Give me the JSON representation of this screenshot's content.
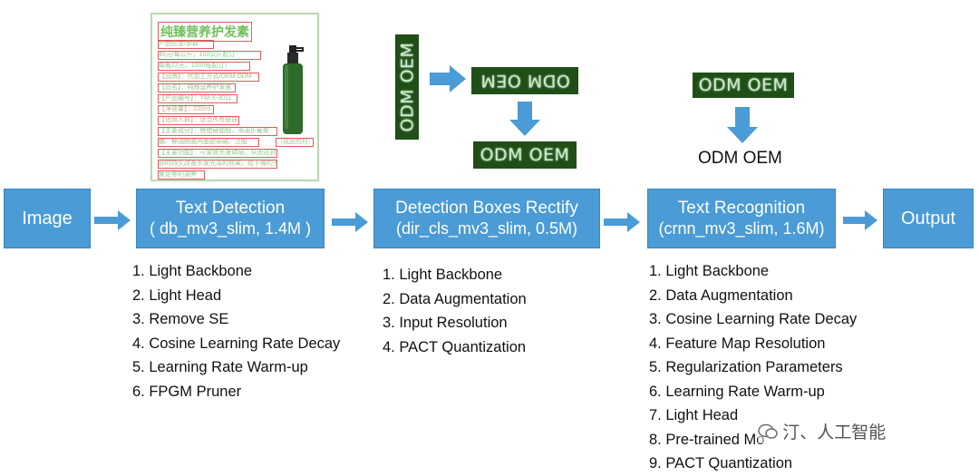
{
  "image_box": "Image",
  "output_box": "Output",
  "stages": [
    {
      "title": "Text Detection",
      "subtitle": "( db_mv3_slim, 1.4M )",
      "steps": [
        "1. Light Backbone",
        "2. Light Head",
        "3. Remove SE",
        "4. Cosine Learning Rate Decay",
        "5. Learning Rate Warm-up",
        "6. FPGM Pruner"
      ]
    },
    {
      "title": "Detection Boxes Rectify",
      "subtitle": "(dir_cls_mv3_slim, 0.5M)",
      "steps": [
        "1. Light Backbone",
        "2. Data Augmentation",
        "3. Input Resolution",
        "4. PACT Quantization"
      ]
    },
    {
      "title": "Text Recognition",
      "subtitle": "(crnn_mv3_slim, 1.6M)",
      "steps": [
        "1. Light Backbone",
        "2. Data Augmentation",
        "3. Cosine Learning Rate Decay",
        "4. Feature Map Resolution",
        "5. Regularization Parameters",
        "6. Learning Rate Warm-up",
        "7. Light Head",
        "8. Pre-trained Mo",
        "9. PACT Quantization"
      ]
    }
  ],
  "doc_sample": {
    "title": "纯臻营养护发素",
    "lines": [
      "产品信息/参数",
      "45元/每公斤，100公斤起订",
      "每瓶22元，1000瓶起订）",
      "【品牌】：代加工方式/OEM ODM",
      "【品名】：纯臻营养护发素",
      "【产品编号】：YM-X-3011",
      "【净含量】：220ml",
      "【适用人群】：适合所有肤质",
      "【主要成分】：鲸蜡硬脂醇、燕麦β-葡聚",
      "糖、椰油酰胺丙基甜菜碱、泛醌",
      "（成品包材）",
      "【主要功能】：可紧致头发磷层，从而达到",
      "即时持久改善头发光泽的效果，给干燥的头",
      "发足够的滋养"
    ]
  },
  "ocr_samples": {
    "vertical": "ODM OEM",
    "flipped": "ODM OEM",
    "rectified": "ODM OEM",
    "recog_input": "ODM OEM",
    "recog_output": "ODM OEM"
  },
  "watermark": "汀、人工智能",
  "colors": {
    "box": "#4a9bd6",
    "arrow": "#4a9bd6",
    "ocr_tile": "#1f4f17"
  }
}
